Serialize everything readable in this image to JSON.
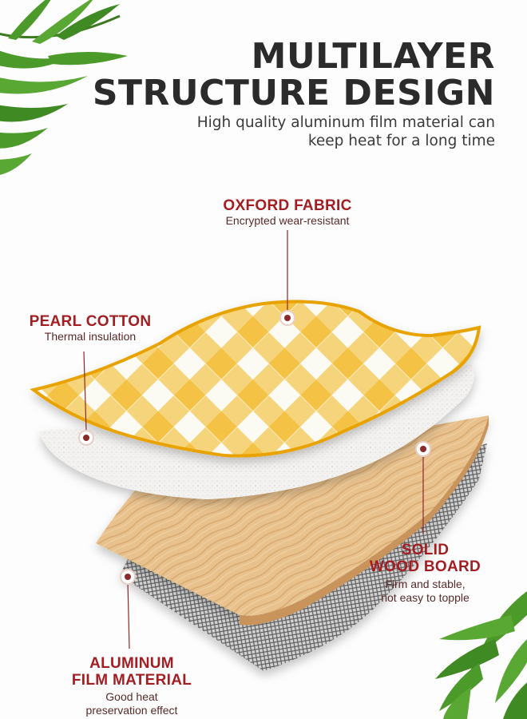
{
  "header": {
    "title_line1": "MULTILAYER",
    "title_line2": "STRUCTURE DESIGN",
    "subtitle_line1": "High quality aluminum film material can",
    "subtitle_line2": "keep heat for a long time"
  },
  "layers": {
    "oxford": {
      "title": "OXFORD FABRIC",
      "desc": "Encrypted wear-resistant"
    },
    "pearl": {
      "title": "PEARL COTTON",
      "desc": "Thermal insulation"
    },
    "wood": {
      "title_line1": "SOLID",
      "title_line2": "WOOD BOARD",
      "desc_line1": "Firm and stable,",
      "desc_line2": "not easy to topple"
    },
    "aluminum": {
      "title_line1": "ALUMINUM",
      "title_line2": "FILM MATERIAL",
      "desc_line1": "Good heat",
      "desc_line2": "preservation effect"
    }
  },
  "colors": {
    "accent_red": "#a31e22",
    "plaid_yellow": "#f2b418",
    "wood": "#e5bc86",
    "foam": "#f1f0ee",
    "foil": "#8a8a8a",
    "leaf_green": "#3f8a22"
  },
  "icons": [
    "palm-leaf-top-left-icon",
    "palm-leaf-bottom-right-icon",
    "marker-dot-icon"
  ]
}
